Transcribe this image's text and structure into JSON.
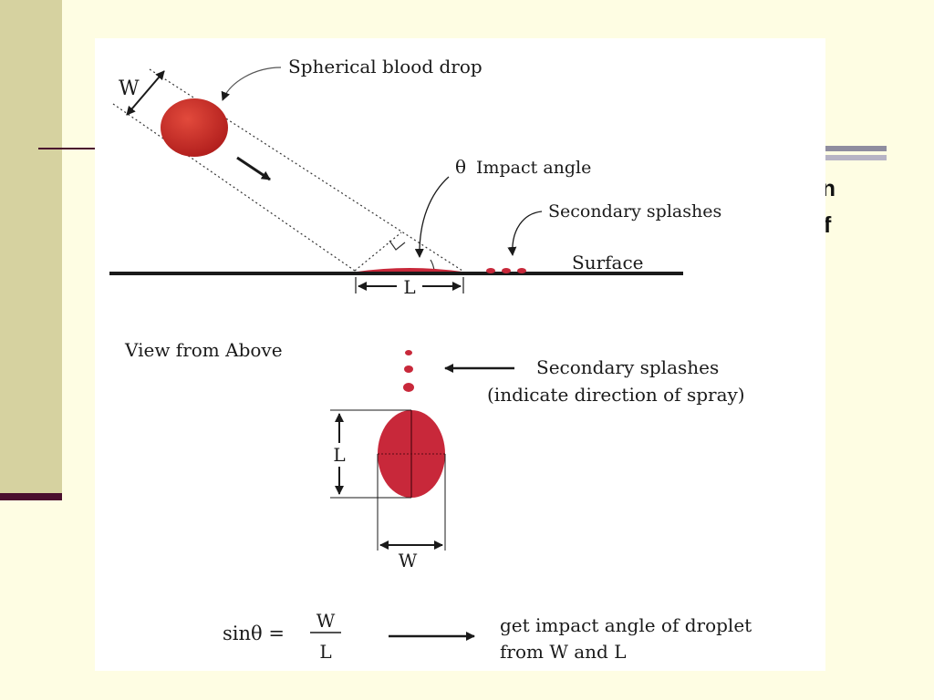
{
  "slide": {
    "title_fragment": "ct",
    "body_fragment_1": "een",
    "body_fragment_2": "f"
  },
  "figure": {
    "side_view": {
      "w_label": "W",
      "drop_label": "Spherical blood drop",
      "impact_angle_symbol": "θ",
      "impact_angle_label": "Impact angle",
      "secondary_splashes_label": "Secondary splashes",
      "surface_label": "Surface",
      "l_label": "L"
    },
    "top_view": {
      "title": "View from Above",
      "secondary_splashes_line1": "Secondary splashes",
      "secondary_splashes_line2": "(indicate direction of spray)",
      "l_label": "L",
      "w_label": "W"
    },
    "formula": {
      "lhs": "sinθ =",
      "numerator": "W",
      "denominator": "L",
      "result_line1": "get impact angle of droplet",
      "result_line2": "from W and L"
    }
  },
  "colors": {
    "background": "#FEFDE3",
    "sidebar": "#D6D2A0",
    "accent_maroon": "#4A0F2E",
    "blood_red": "#C8283A"
  }
}
